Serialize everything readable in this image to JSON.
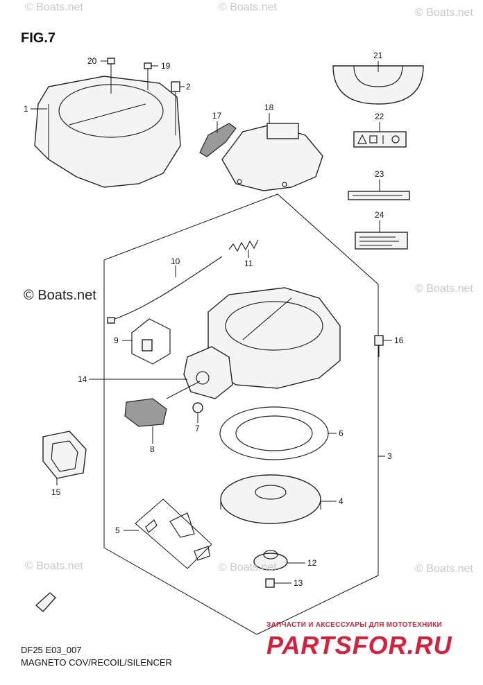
{
  "figure": {
    "title": "FIG.7",
    "code": "DF25 E03_007",
    "subtitle": "MAGNETO COV/RECOIL/SILENCER"
  },
  "watermarks": {
    "small": "© Boats.net",
    "large": "© Boats.net"
  },
  "promo": {
    "tagline": "ЗАПЧАСТИ И АКСЕССУАРЫ ДЛЯ МОТОТЕХНИКИ",
    "brand": "PARTSFOR.RU"
  },
  "callouts": {
    "c1": "1",
    "c2": "2",
    "c3": "3",
    "c4": "4",
    "c5": "5",
    "c6": "6",
    "c7": "7",
    "c8": "8",
    "c9": "9",
    "c10": "10",
    "c11": "11",
    "c12": "12",
    "c13": "13",
    "c14": "14",
    "c15": "15",
    "c16": "16",
    "c17": "17",
    "c18": "18",
    "c19": "19",
    "c20": "20",
    "c21": "21",
    "c22": "22",
    "c23": "23",
    "c24": "24"
  }
}
